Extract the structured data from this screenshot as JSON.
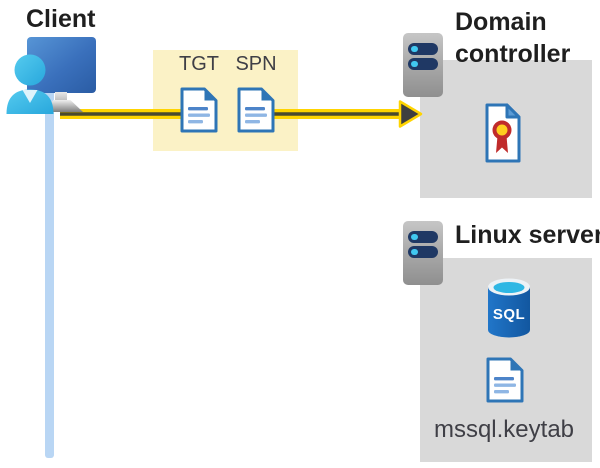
{
  "client": {
    "label": "Client"
  },
  "credentials_note": {
    "items": [
      {
        "label": "TGT",
        "icon": "document-icon"
      },
      {
        "label": "SPN",
        "icon": "document-icon"
      }
    ]
  },
  "domain_controller": {
    "label": "Domain controller",
    "icon": "certificate-icon"
  },
  "linux_server": {
    "label": "Linux server",
    "database_label": "SQL",
    "keytab_file_label": "mssql.keytab"
  },
  "colors": {
    "accent_yellow": "#FFD400",
    "arrow_dark": "#3F3F3F",
    "arrow_core": "#4A4A2E",
    "note_bg": "#FBF2C6",
    "panel_gray": "#D9D9D9",
    "connection_blue": "#B9D6F4",
    "doc_blue": "#2E75B6",
    "doc_line_dark": "#4D84C9",
    "doc_line_light": "#8FB6E4",
    "server_bar_navy": "#1F3864",
    "server_dot_cyan": "#41C8F0",
    "seal_red": "#C02B2B",
    "seal_yellow": "#FFCE1F",
    "sql_blue": "#1A6CBE",
    "label_dark": "#1F1F1F",
    "text_gray": "#3F3F46"
  }
}
